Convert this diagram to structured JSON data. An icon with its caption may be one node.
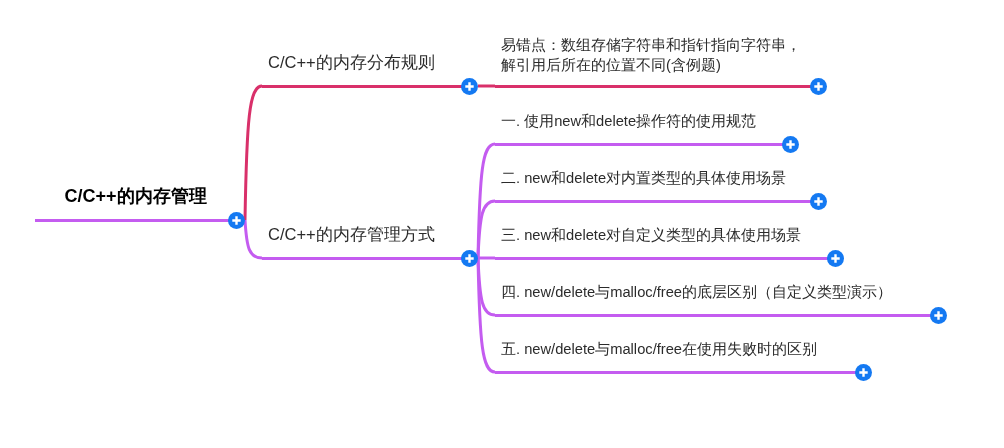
{
  "diagram": {
    "nodes": [
      {
        "text": [
          "C/C++的内存管理"
        ]
      },
      {
        "text": [
          "C/C++的内存分布规则"
        ]
      },
      {
        "text": [
          "易错点：数组存储字符串和指针指向字符串，解引用后所在的位置不同(含例题)"
        ]
      },
      {
        "text": [
          "C/C++的内存管理方式"
        ]
      },
      {
        "text": [
          "一. 使用new和delete操作符的使用规范"
        ]
      },
      {
        "text": [
          "二. new和delete对内置类型的具体使用场景"
        ]
      },
      {
        "text": [
          "三. new和delete对自定义类型的具体使用场景"
        ]
      },
      {
        "text": [
          "四. new/delete与malloc/free的底层区别（自定义类型演示）"
        ]
      },
      {
        "text": [
          "五. new/delete与malloc/free在使用失败时的区别"
        ]
      }
    ],
    "edges": [
      {
        "from": 0,
        "to": 1,
        "arrow": "none",
        "color": "#d9306a"
      },
      {
        "from": 0,
        "to": 3,
        "arrow": "none"
      },
      {
        "from": 1,
        "to": 2,
        "arrow": "none",
        "color": "#d9306a"
      },
      {
        "from": 3,
        "to": 4,
        "arrow": "none"
      },
      {
        "from": 3,
        "to": 5,
        "arrow": "none"
      },
      {
        "from": 3,
        "to": 6,
        "arrow": "none"
      },
      {
        "from": 3,
        "to": 7,
        "arrow": "none"
      },
      {
        "from": 3,
        "to": 8,
        "arrow": "none"
      }
    ]
  }
}
